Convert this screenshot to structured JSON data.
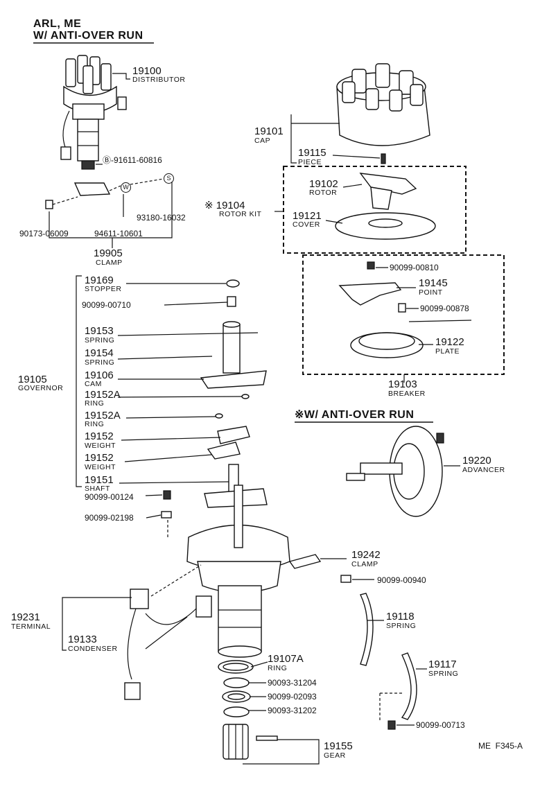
{
  "header": {
    "line1": "ARL, ME",
    "line2": "W/ ANTI-OVER RUN"
  },
  "section_title": "※W/ ANTI-OVER RUN",
  "footer": {
    "code": "ME  F345-A"
  },
  "parts": {
    "p19100": {
      "num": "19100",
      "name": "DISTRIBUTOR"
    },
    "p19101": {
      "num": "19101",
      "name": "CAP"
    },
    "p19115": {
      "num": "19115",
      "name": "PIECE"
    },
    "p19102": {
      "num": "19102",
      "name": "ROTOR"
    },
    "p19104": {
      "num": "※ 19104",
      "name": "ROTOR KIT"
    },
    "p19121": {
      "num": "19121",
      "name": "COVER"
    },
    "p19145": {
      "num": "19145",
      "name": "POINT"
    },
    "p19122": {
      "num": "19122",
      "name": "PLATE"
    },
    "p19103": {
      "num": "19103",
      "name": "BREAKER"
    },
    "p19905": {
      "num": "19905",
      "name": "CLAMP"
    },
    "p19169": {
      "num": "19169",
      "name": "STOPPER"
    },
    "p19153": {
      "num": "19153",
      "name": "SPRING"
    },
    "p19154": {
      "num": "19154",
      "name": "SPRING"
    },
    "p19106": {
      "num": "19106",
      "name": "CAM"
    },
    "p19105": {
      "num": "19105",
      "name": "GOVERNOR"
    },
    "p19152A_1": {
      "num": "19152A",
      "name": "RING"
    },
    "p19152A_2": {
      "num": "19152A",
      "name": "RING"
    },
    "p19152_1": {
      "num": "19152",
      "name": "WEIGHT"
    },
    "p19152_2": {
      "num": "19152",
      "name": "WEIGHT"
    },
    "p19151": {
      "num": "19151",
      "name": "SHAFT"
    },
    "p19220": {
      "num": "19220",
      "name": "ADVANCER"
    },
    "p19242": {
      "num": "19242",
      "name": "CLAMP"
    },
    "p19118": {
      "num": "19118",
      "name": "SPRING"
    },
    "p19117": {
      "num": "19117",
      "name": "SPRING"
    },
    "p19231": {
      "num": "19231",
      "name": "TERMINAL"
    },
    "p19133": {
      "num": "19133",
      "name": "CONDENSER"
    },
    "p19107A": {
      "num": "19107A",
      "name": "RING"
    },
    "p19155": {
      "num": "19155",
      "name": "GEAR"
    }
  },
  "part_numbers": {
    "b91611": "Ⓑ-91611-60816",
    "n90173": "90173-06009",
    "n94611": "94611-10601",
    "n93180": "93180-16032",
    "n90099_00810": "90099-00810",
    "n90099_00878": "90099-00878",
    "n90099_00710": "90099-00710",
    "n90099_00124": "90099-00124",
    "n90099_02198": "90099-02198",
    "n90099_00940": "90099-00940",
    "n90093_31204": "90093-31204",
    "n90099_02093": "90099-02093",
    "n90093_31202": "90093-31202",
    "n90099_00713": "90099-00713"
  },
  "markers": {
    "w": "W",
    "s": "S"
  }
}
